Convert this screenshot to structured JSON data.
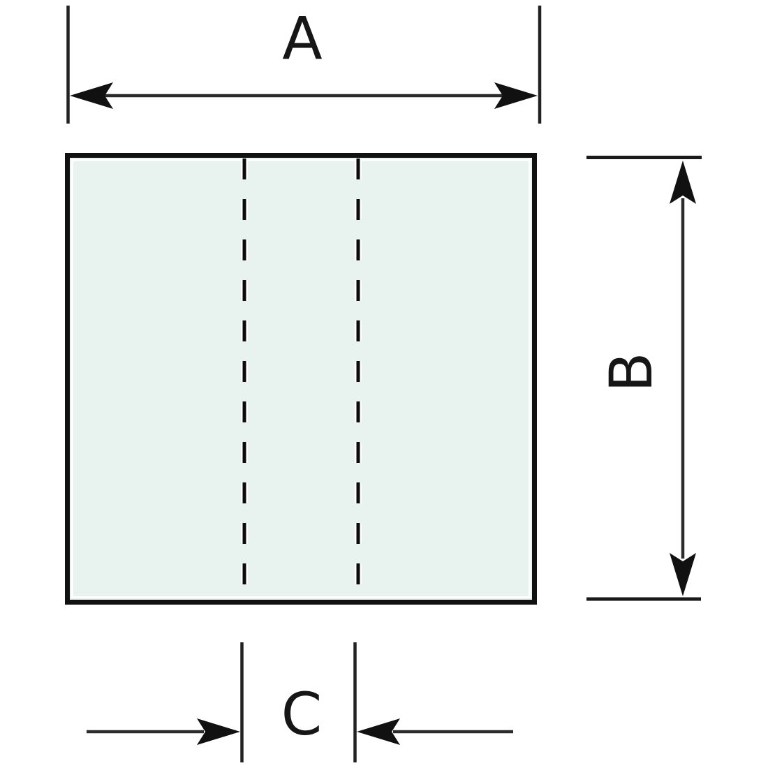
{
  "diagram": {
    "labels": {
      "a": "A",
      "b": "B",
      "c": "C"
    }
  },
  "colors": {
    "background": "#ffffff",
    "panel_fill": "#e8f3f0",
    "panel_border": "#111111",
    "line": "#1c1c1c"
  }
}
